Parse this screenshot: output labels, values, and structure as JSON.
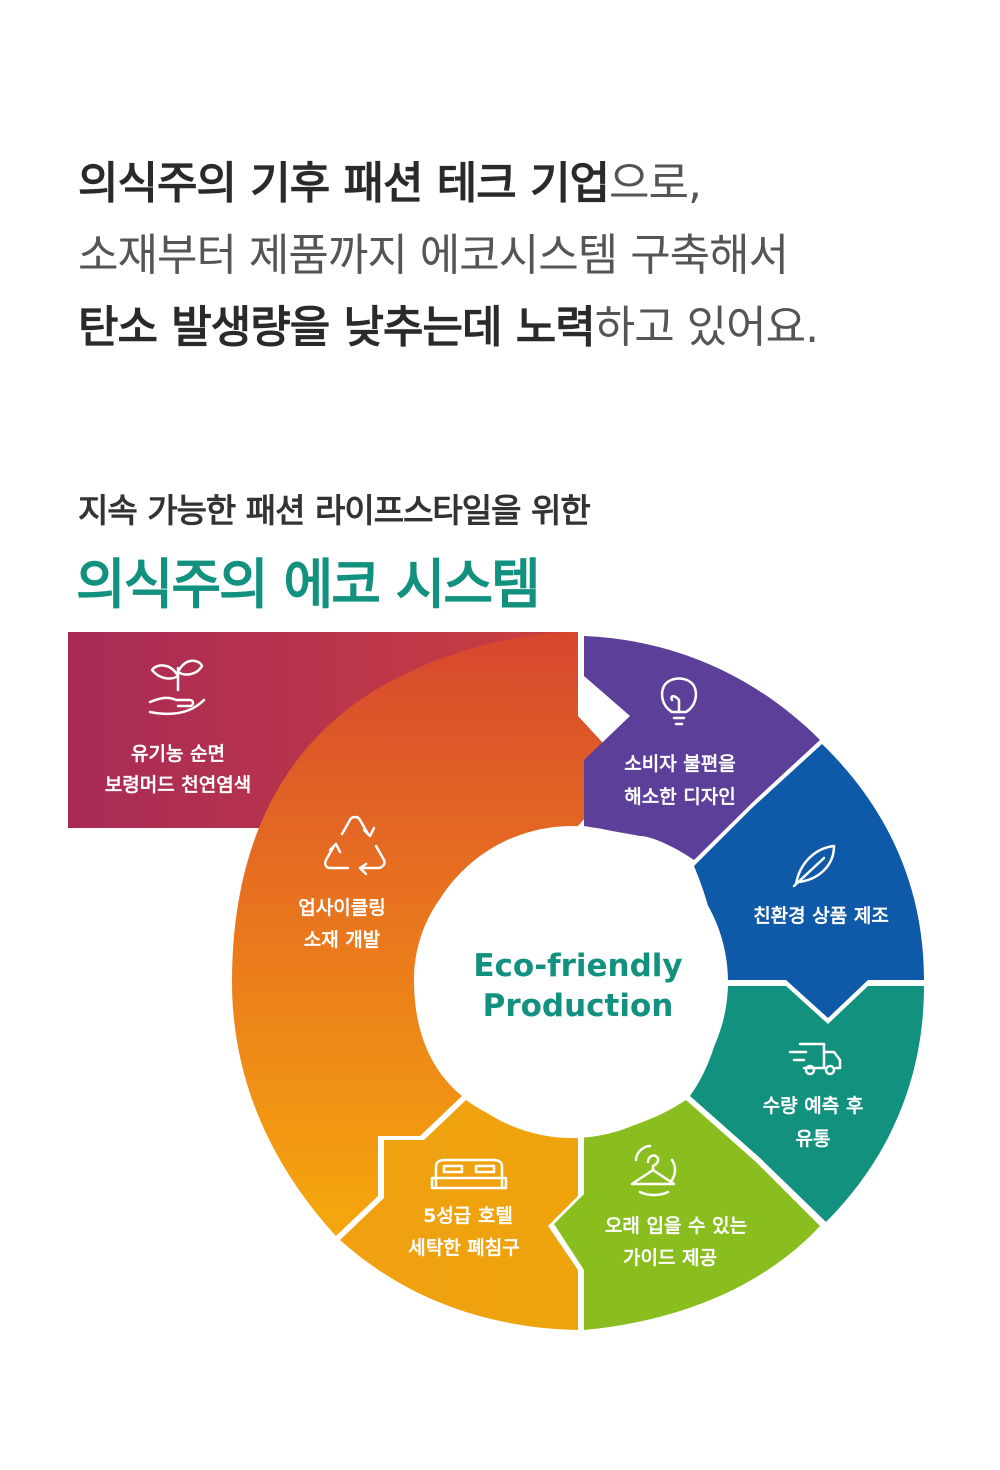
{
  "intro": {
    "line1_bold": "의식주의 기후 패션 테크 기업",
    "line1_rest": "으로,",
    "line2": "소재부터 제품까지 에코시스템 구축해서",
    "line3_bold": "탄소 발생량을 낮추는데 노력",
    "line3_rest": "하고 있어요."
  },
  "section": {
    "subtitle": "지속 가능한 패션 라이프스타일을 위한",
    "headline": "의식주의 에코 시스템"
  },
  "diagram": {
    "center_line1": "Eco-friendly",
    "center_line2": "Production",
    "colors": {
      "red": "#b8344f",
      "orange": "#e77220",
      "purple": "#5c3f99",
      "blue": "#0e5aa8",
      "teal": "#12917f",
      "lime": "#8abd1e",
      "amber": "#f0a20c",
      "center_text": "#12917f"
    },
    "segments": [
      {
        "id": "organic",
        "icon": "sprout-hand-icon",
        "line1": "유기농 순면",
        "line2": "보령머드 천연염색"
      },
      {
        "id": "upcycling",
        "icon": "recycle-icon",
        "line1": "업사이클링",
        "line2": "소재 개발"
      },
      {
        "id": "design",
        "icon": "lightbulb-icon",
        "line1": "소비자 불편을",
        "line2": "해소한 디자인"
      },
      {
        "id": "eco-product",
        "icon": "leaf-icon",
        "line1": "친환경 상품 제조",
        "line2": ""
      },
      {
        "id": "distribution",
        "icon": "truck-icon",
        "line1": "수량 예측 후",
        "line2": "유통"
      },
      {
        "id": "guide",
        "icon": "hanger-icon",
        "line1": "오래 입을 수 있는",
        "line2": "가이드 제공"
      },
      {
        "id": "bedding",
        "icon": "bed-icon",
        "line1": "5성급 호텔",
        "line2": "세탁한 폐침구"
      }
    ]
  }
}
